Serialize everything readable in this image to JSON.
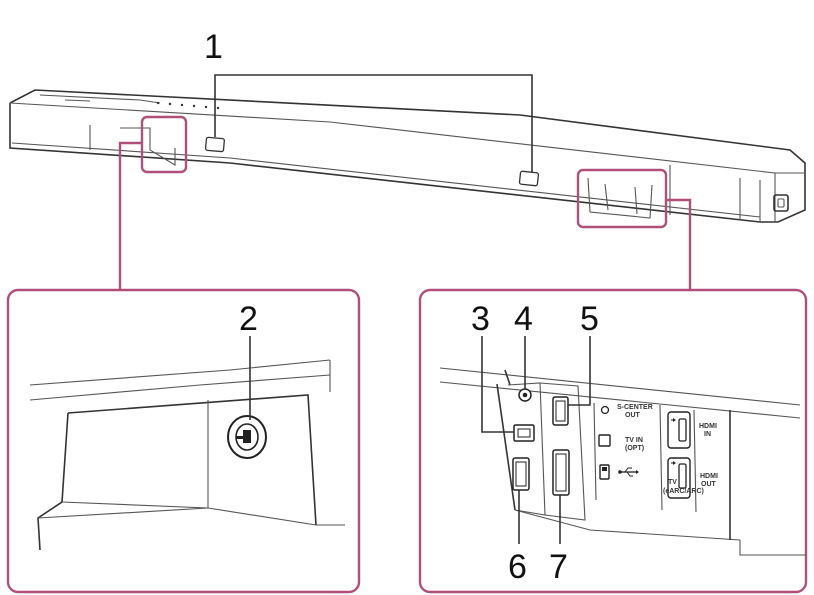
{
  "diagram": {
    "callouts": [
      "1",
      "2",
      "3",
      "4",
      "5",
      "6",
      "7"
    ],
    "panel_labels": {
      "s_center_out_l1": "S-CENTER",
      "s_center_out_l2": "OUT",
      "tv_in_l1": "TV IN",
      "tv_in_l2": "(OPT)",
      "hdmi_in_l1": "HDMI",
      "hdmi_in_l2": "IN",
      "tv_earc_l1": "TV",
      "tv_earc_l2": "(eARC/ARC)",
      "hdmi_out_l1": "HDMI",
      "hdmi_out_l2": "OUT"
    },
    "colors": {
      "highlight": "#b0507a",
      "outline": "#333333",
      "background": "#ffffff"
    },
    "icons": [
      "power-inlet-icon",
      "optical-port-icon",
      "usb-port-icon",
      "hdmi-port-icon",
      "headphone-jack-icon"
    ]
  }
}
